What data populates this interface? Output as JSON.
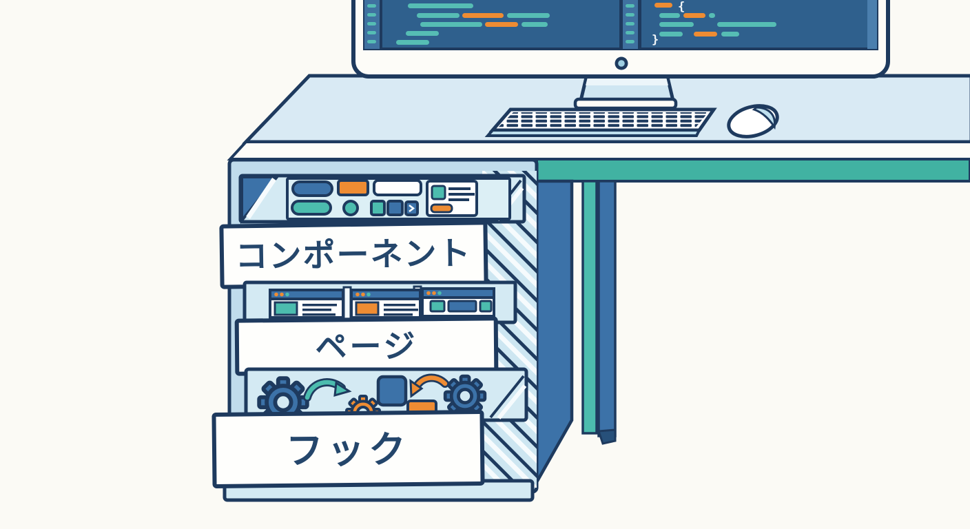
{
  "cabinet": {
    "drawers": [
      {
        "label": "コンポーネント",
        "contents": "ui-component-widgets"
      },
      {
        "label": "ページ",
        "contents": "browser-page-thumbnails"
      },
      {
        "label": "フック",
        "contents": "gears-and-curved-arrows"
      }
    ]
  },
  "monitor": {
    "panes": 2,
    "open_brace": "{",
    "close_brace": "}"
  },
  "palette": {
    "navy": "#1e3a5e",
    "blue": "#3c72a8",
    "teal": "#4cbcae",
    "orange": "#ee8c33",
    "desk_top": "#d9eaf4",
    "apron_teal": "#41b2a2",
    "cabinet_body": "#c0dcec",
    "drawer_interior": "#d4eaf3",
    "screen_blue": "#2f608d",
    "code_teal": "#56bdb4",
    "background": "#fbfaf5",
    "white": "#ffffff"
  },
  "icons": [
    "gear-icon",
    "curved-arrow-icon",
    "browser-window-icon",
    "webcam-dot-icon",
    "chevron-icon",
    "keyboard",
    "mouse"
  ]
}
